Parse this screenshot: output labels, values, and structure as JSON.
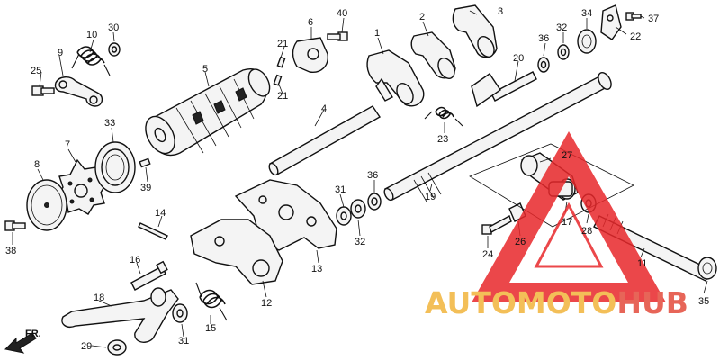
{
  "direction_label": "FR.",
  "watermark": {
    "part1": "AUTO",
    "part2": "MOTO",
    "part3": "HUB",
    "colors": {
      "auto": "#f2b43c",
      "moto": "#f2b43c",
      "hub": "#e34b3c",
      "triangle": "#e8282b"
    }
  },
  "callouts": [
    {
      "id": "c1",
      "label": "1"
    },
    {
      "id": "c2",
      "label": "2"
    },
    {
      "id": "c3",
      "label": "3"
    },
    {
      "id": "c4",
      "label": "4"
    },
    {
      "id": "c5",
      "label": "5"
    },
    {
      "id": "c6",
      "label": "6"
    },
    {
      "id": "c7",
      "label": "7"
    },
    {
      "id": "c8",
      "label": "8"
    },
    {
      "id": "c9",
      "label": "9"
    },
    {
      "id": "c10",
      "label": "10"
    },
    {
      "id": "c11",
      "label": "11"
    },
    {
      "id": "c12",
      "label": "12"
    },
    {
      "id": "c13",
      "label": "13"
    },
    {
      "id": "c14",
      "label": "14"
    },
    {
      "id": "c15",
      "label": "15"
    },
    {
      "id": "c16",
      "label": "16"
    },
    {
      "id": "c17",
      "label": "17"
    },
    {
      "id": "c18",
      "label": "18"
    },
    {
      "id": "c19",
      "label": "19"
    },
    {
      "id": "c20",
      "label": "20"
    },
    {
      "id": "c21a",
      "label": "21"
    },
    {
      "id": "c21b",
      "label": "21"
    },
    {
      "id": "c22",
      "label": "22"
    },
    {
      "id": "c23",
      "label": "23"
    },
    {
      "id": "c24",
      "label": "24"
    },
    {
      "id": "c25",
      "label": "25"
    },
    {
      "id": "c26",
      "label": "26"
    },
    {
      "id": "c27",
      "label": "27"
    },
    {
      "id": "c28",
      "label": "28"
    },
    {
      "id": "c29",
      "label": "29"
    },
    {
      "id": "c30",
      "label": "30"
    },
    {
      "id": "c31a",
      "label": "31"
    },
    {
      "id": "c31b",
      "label": "31"
    },
    {
      "id": "c32a",
      "label": "32"
    },
    {
      "id": "c32b",
      "label": "32"
    },
    {
      "id": "c33",
      "label": "33"
    },
    {
      "id": "c34",
      "label": "34"
    },
    {
      "id": "c35",
      "label": "35"
    },
    {
      "id": "c36a",
      "label": "36"
    },
    {
      "id": "c36b",
      "label": "36"
    },
    {
      "id": "c37",
      "label": "37"
    },
    {
      "id": "c38",
      "label": "38"
    },
    {
      "id": "c39",
      "label": "39"
    },
    {
      "id": "c40",
      "label": "40"
    }
  ]
}
